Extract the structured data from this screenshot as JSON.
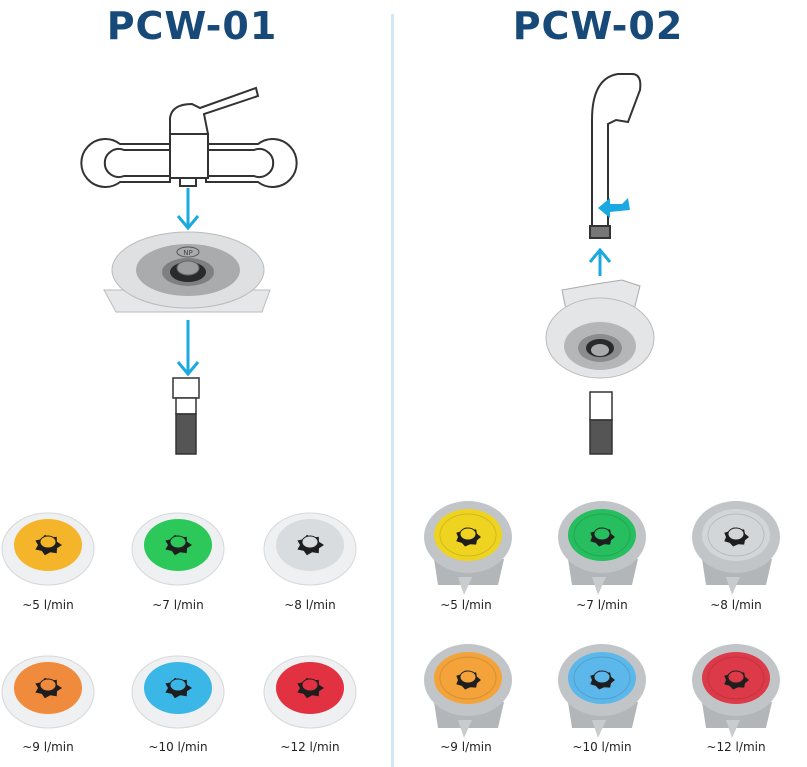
{
  "left_panel": {
    "title": "PCW-01",
    "diagram": {
      "insert_marking": "NP",
      "arrow_color": "#1aa9e0"
    },
    "variants": [
      {
        "label": "~5 l/min",
        "color": "#f4b52a"
      },
      {
        "label": "~7 l/min",
        "color": "#2cc95a"
      },
      {
        "label": "~8 l/min",
        "color": "#d9dcdf"
      },
      {
        "label": "~9 l/min",
        "color": "#f08a3c"
      },
      {
        "label": "~10 l/min",
        "color": "#3ab7e6"
      },
      {
        "label": "~12 l/min",
        "color": "#e23242"
      }
    ]
  },
  "right_panel": {
    "title": "PCW-02",
    "diagram": {
      "arrow_color": "#1aa9e0"
    },
    "variants": [
      {
        "label": "~5 l/min",
        "color": "#efd321"
      },
      {
        "label": "~7 l/min",
        "color": "#27be5f"
      },
      {
        "label": "~8 l/min",
        "color": "#d3d6d9"
      },
      {
        "label": "~9 l/min",
        "color": "#f3a33a"
      },
      {
        "label": "~10 l/min",
        "color": "#5cb7ea"
      },
      {
        "label": "~12 l/min",
        "color": "#dc3a48"
      }
    ]
  },
  "colors": {
    "title": "#174a78",
    "divider": "#cfe9f6",
    "housing_grey": "#c4c7ca",
    "line": "#333333"
  }
}
